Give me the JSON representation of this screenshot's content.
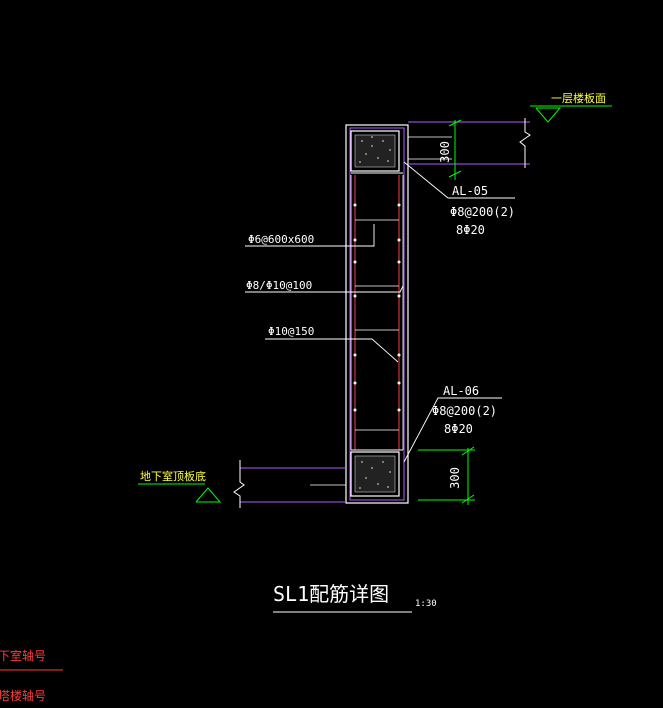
{
  "drawing": {
    "title": "SL1配筋详图",
    "scale": "1:30",
    "colors": {
      "background": "#000000",
      "outline": "#ffffff",
      "dimension": "#00ff00",
      "leader": "#ffff3c",
      "boundary": "#b05cff",
      "rebar": "#ff3c3c"
    },
    "levels": {
      "top": "一层楼板面",
      "bottom": "地下室顶板底"
    },
    "dimensions": {
      "top_height": "300",
      "bottom_height": "300"
    },
    "beams": {
      "top": {
        "id": "AL-05",
        "stirrup": "Φ8@200(2)",
        "main_bars": "8Φ20"
      },
      "bottom": {
        "id": "AL-06",
        "stirrup": "Φ8@200(2)",
        "main_bars": "8Φ20"
      }
    },
    "wall_labels": {
      "tie_bars": "Φ6@600x600",
      "horizontal_bars": "Φ8/Φ10@100",
      "vertical_bars": "Φ10@150"
    },
    "legend_fragments": {
      "line1": "下室轴号",
      "line2": "塔楼轴号"
    }
  }
}
